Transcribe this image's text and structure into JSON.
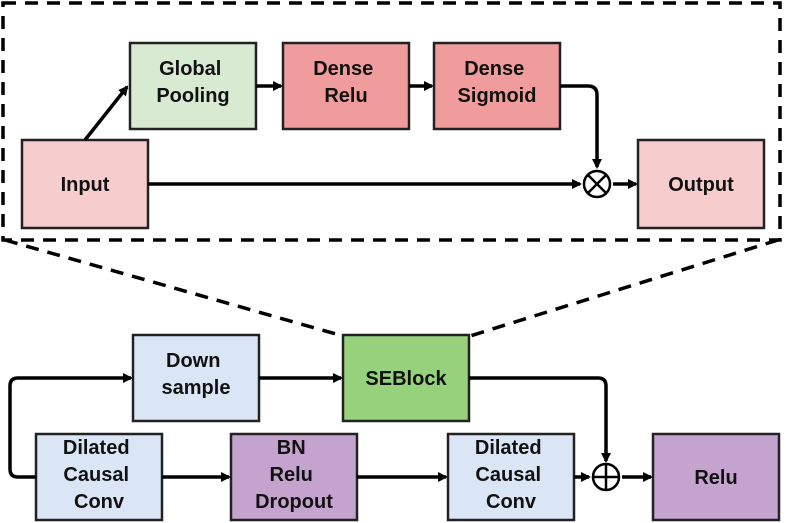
{
  "colors": {
    "panel_bg": "#e3e3e3",
    "green_light": "#d9ead3",
    "red_dense": "#f09c9c",
    "pink": "#f7cccc",
    "blue_light": "#dae6f6",
    "purple": "#c4a4cf",
    "green_se": "#96d27c"
  },
  "se_block": {
    "global_pooling": [
      "Global",
      "Pooling"
    ],
    "dense_relu": [
      "Dense",
      "Relu"
    ],
    "dense_sigmoid": [
      "Dense",
      "Sigmoid"
    ],
    "input": [
      "Input"
    ],
    "output": [
      "Output"
    ],
    "operator": "multiply"
  },
  "residual_block": {
    "down_sample": [
      "Down",
      "sample"
    ],
    "seblock": [
      "SEBlock"
    ],
    "dilated_conv_1": [
      "Dilated",
      "Causal",
      "Conv"
    ],
    "bn_relu_dropout": [
      "BN",
      "Relu",
      "Dropout"
    ],
    "dilated_conv_2": [
      "Dilated",
      "Causal",
      "Conv"
    ],
    "relu": [
      "Relu"
    ],
    "operator": "add"
  }
}
